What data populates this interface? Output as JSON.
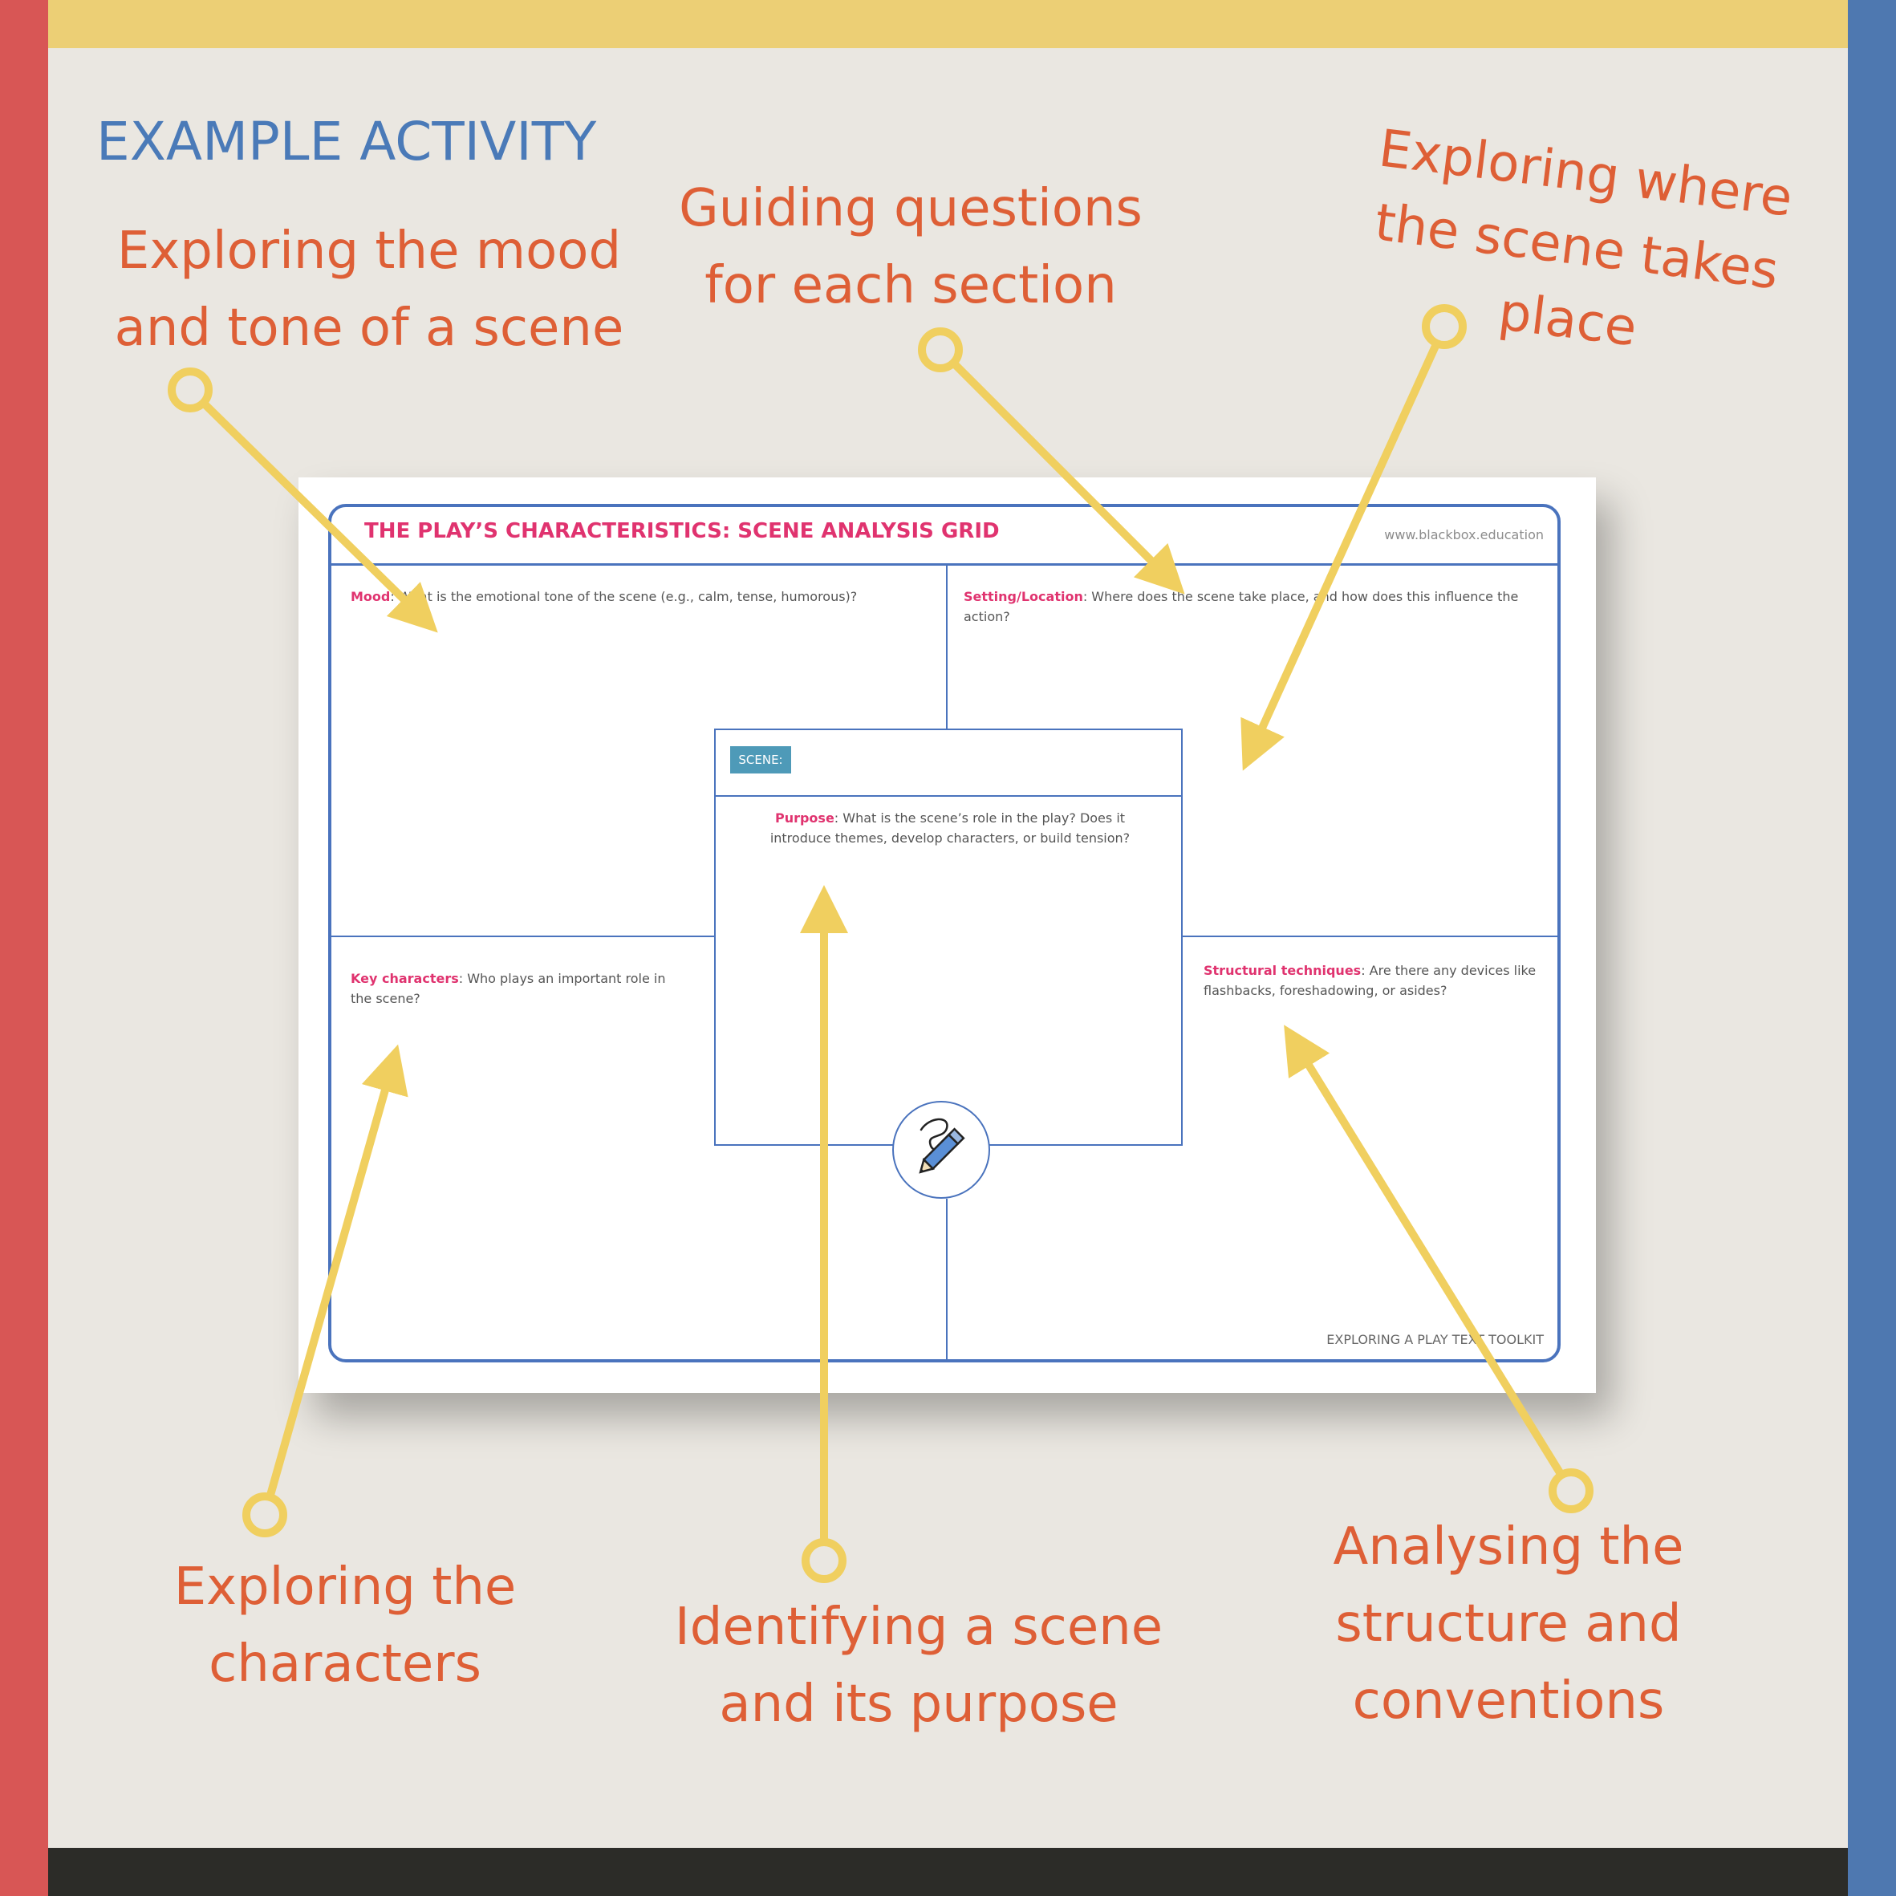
{
  "heading": "EXAMPLE ACTIVITY",
  "callouts": {
    "mood": [
      "Exploring the mood",
      "and tone of a scene"
    ],
    "guiding": [
      "Guiding questions",
      "for each section"
    ],
    "setting": [
      "Exploring where",
      "the scene takes",
      "place"
    ],
    "characters": [
      "Exploring the",
      "characters"
    ],
    "purpose": [
      "Identifying a scene",
      "and its purpose"
    ],
    "structure": [
      "Analysing the",
      "structure and",
      "conventions"
    ]
  },
  "worksheet": {
    "title": "THE PLAY’S CHARACTERISTICS: SCENE ANALYSIS GRID",
    "url": "www.blackbox.education",
    "mood": {
      "label": "Mood",
      "text": ": What is the emotional tone of the scene (e.g., calm, tense, humorous)?"
    },
    "setting": {
      "label": "Setting/Location",
      "text": ": Where does the scene take place, and how does this influence the action?"
    },
    "scene_tag": "SCENE:",
    "purpose": {
      "label": "Purpose",
      "text": ": What is the scene’s role in the play? Does it introduce themes, develop characters, or build tension?"
    },
    "characters": {
      "label": "Key characters",
      "text": ": Who plays an important role in the scene?"
    },
    "structure": {
      "label": "Structural techniques",
      "text": ": Are there any devices like flashbacks, foreshadowing, or asides?"
    },
    "footer": "EXPLORING A PLAY TEXT TOOLKIT",
    "icon": "pencil-icon"
  },
  "colors": {
    "frame_left": "#d85655",
    "frame_right": "#4e78b0",
    "frame_top": "#eccf75",
    "frame_bottom": "#2c2c28",
    "heading": "#4a7ab8",
    "callout": "#de5f36",
    "arrow": "#f0cf5f",
    "sheet_title": "#e0336f",
    "grid": "#4a73bd"
  }
}
